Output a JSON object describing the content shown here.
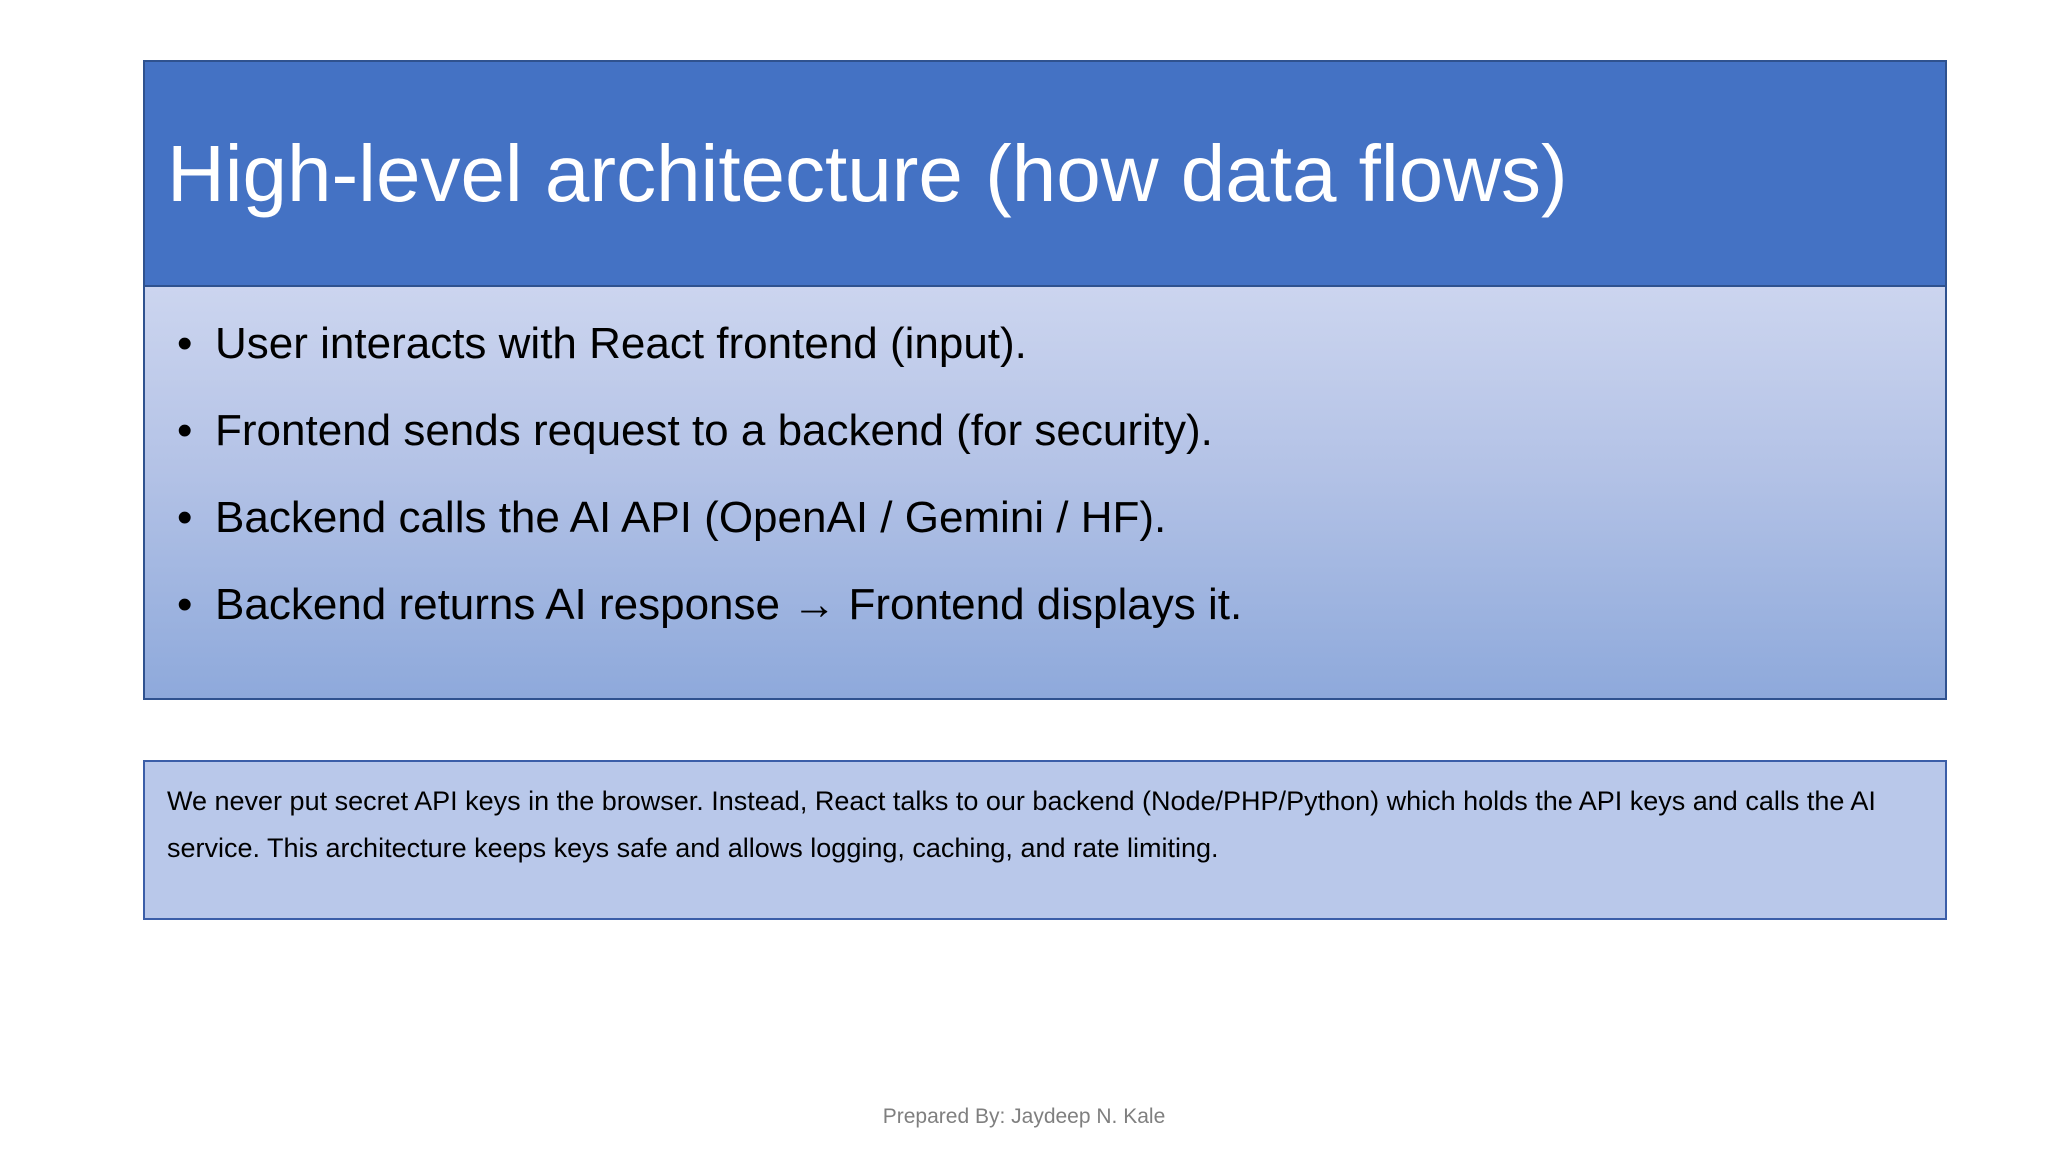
{
  "slide": {
    "title": "High-level architecture (how data flows)",
    "bullets": [
      "User interacts with React frontend (input).",
      "Frontend sends request to a backend (for security).",
      "Backend calls the AI API (OpenAI / Gemini / HF).",
      "Backend returns AI response → Frontend displays it."
    ],
    "note": "We never put secret API keys in the browser. Instead, React talks to our backend (Node/PHP/Python) which holds the API keys and calls the AI service. This architecture keeps keys safe and allows logging, caching, and rate limiting.",
    "footer": "Prepared By: Jaydeep N. Kale",
    "colors": {
      "title_bg": "#4472C4",
      "title_text": "#FFFFFF",
      "content_gradient_top": "#CCD5EF",
      "content_gradient_bottom": "#8EA9DB",
      "note_bg": "#B9C8EA",
      "border": "#2F528F",
      "footer_text": "#7F7F7F",
      "body_text": "#000000"
    }
  }
}
